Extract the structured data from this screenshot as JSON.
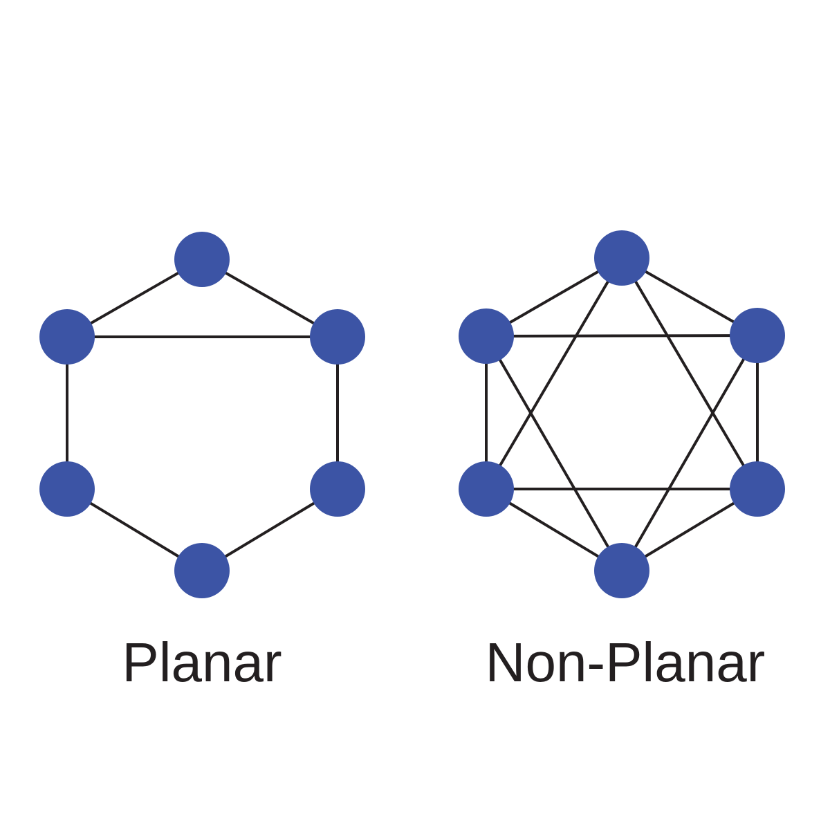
{
  "colors": {
    "node_fill": "#3c54a5",
    "edge_stroke": "#231f20",
    "caption_text": "#231f20",
    "background": "#ffffff"
  },
  "graphs": [
    {
      "id": "planar",
      "caption": "Planar",
      "nodes": [
        "top",
        "upper-left",
        "upper-right",
        "lower-left",
        "lower-right",
        "bottom"
      ],
      "edges": [
        [
          "top",
          "upper-left"
        ],
        [
          "top",
          "upper-right"
        ],
        [
          "upper-left",
          "upper-right"
        ],
        [
          "upper-left",
          "lower-left"
        ],
        [
          "upper-right",
          "lower-right"
        ],
        [
          "lower-left",
          "bottom"
        ],
        [
          "lower-right",
          "bottom"
        ]
      ]
    },
    {
      "id": "non-planar",
      "caption": "Non-Planar",
      "nodes": [
        "top",
        "upper-left",
        "upper-right",
        "lower-left",
        "lower-right",
        "bottom"
      ],
      "edges": [
        [
          "top",
          "upper-left"
        ],
        [
          "top",
          "upper-right"
        ],
        [
          "upper-left",
          "upper-right"
        ],
        [
          "upper-left",
          "lower-left"
        ],
        [
          "upper-right",
          "lower-right"
        ],
        [
          "lower-left",
          "bottom"
        ],
        [
          "lower-right",
          "bottom"
        ],
        [
          "lower-left",
          "lower-right"
        ],
        [
          "top",
          "lower-left"
        ],
        [
          "top",
          "lower-right"
        ],
        [
          "bottom",
          "upper-left"
        ],
        [
          "bottom",
          "upper-right"
        ]
      ]
    }
  ]
}
